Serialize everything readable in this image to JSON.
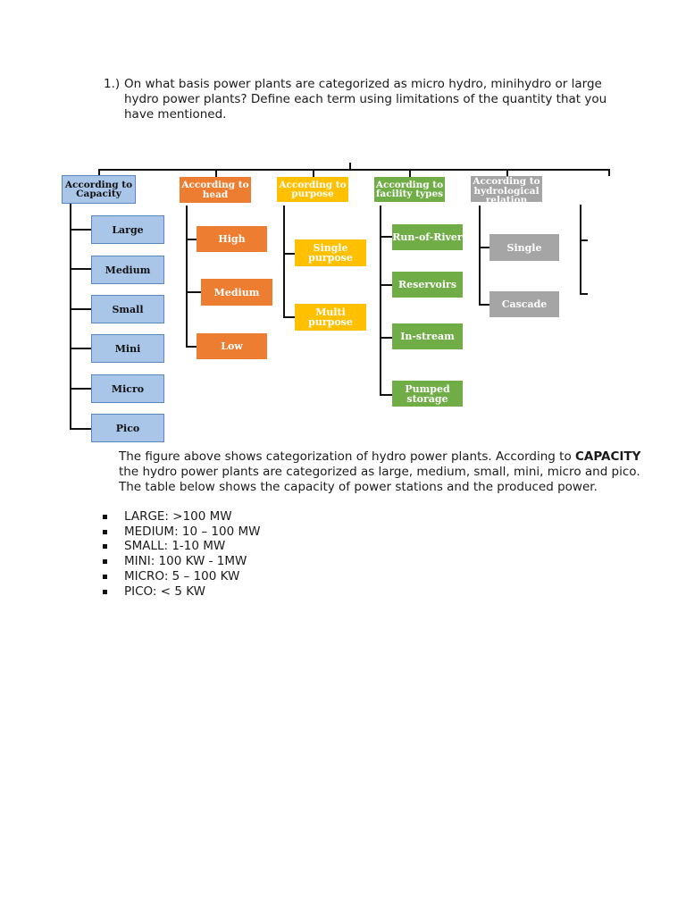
{
  "question": {
    "number": "1.)",
    "text": "On what basis power plants are categorized as micro hydro, minihydro or large hydro power plants? Define each term using limitations of the quantity that you have mentioned."
  },
  "diagram": {
    "categories": {
      "capacity": {
        "label": "According to Capacity",
        "color": "#a9c6e8",
        "items": [
          "Large",
          "Medium",
          "Small",
          "Mini",
          "Micro",
          "Pico"
        ]
      },
      "head": {
        "label": "According to head",
        "color": "#ed7d31",
        "items": [
          "High",
          "Medium",
          "Low"
        ]
      },
      "purpose": {
        "label": "According to purpose",
        "color": "#ffc000",
        "items": [
          "Single purpose",
          "Multi purpose"
        ]
      },
      "facility": {
        "label": "According to facility types",
        "color": "#70ad47",
        "items": [
          "Run-of-River",
          "Reservoirs",
          "In-stream",
          "Pumped storage"
        ]
      },
      "hydrological": {
        "label": "According to hydrological relation",
        "color": "#a5a5a5",
        "items": [
          "Single",
          "Cascade"
        ]
      }
    }
  },
  "paragraph": {
    "before": "The figure above shows categorization of hydro power plants. According to",
    "bold": "CAPACITY",
    "after": "the hydro power plants are categorized as large, medium, small, mini, micro and pico. The table below shows the capacity of power stations and the produced power."
  },
  "bullets": [
    "LARGE:  >100 MW",
    "MEDIUM: 10 – 100 MW",
    "SMALL: 1-10 MW",
    "MINI: 100 KW - 1MW",
    "MICRO: 5 – 100 KW",
    "PICO: < 5 KW"
  ]
}
